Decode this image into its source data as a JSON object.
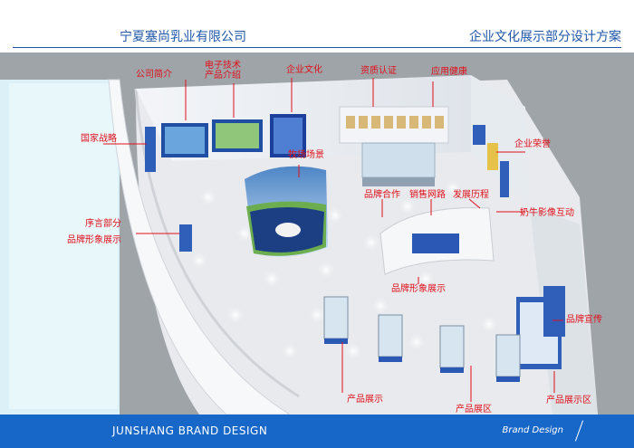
{
  "header": {
    "company_name": "宁夏塞尚乳业有限公司",
    "doc_title": "企业文化展示部分设计方案"
  },
  "footer": {
    "brand_text": "JUNSHANG BRAND DESIGN",
    "brand_design": "Brand Design"
  },
  "labels": {
    "company_intro": "公司简介",
    "ecommerce_tech_line1": "电子技术",
    "ecommerce_tech_line2": "产品介绍",
    "corporate_culture": "企业文化",
    "qualification": "资质认证",
    "application_health": "应用健康",
    "national_strategy": "国家战略",
    "enterprise_honor": "企业荣誉",
    "ranch_scene": "牧场场景",
    "brand_cooperation": "品牌合作",
    "sales_network": "销售网路",
    "development_history": "发展历程",
    "cow_interaction": "奶牛影像互动",
    "preface": "序言部分",
    "brand_image_left": "品牌形象展示",
    "brand_image_center": "品牌形象展示",
    "brand_promotion": "品牌宣传",
    "product_show": "产品展示",
    "product_area": "产品展区",
    "product_show_area": "产品展示区"
  },
  "colors": {
    "accent_blue": "#1767c9",
    "label_red": "#e0101a",
    "header_text": "#1f57a8"
  }
}
